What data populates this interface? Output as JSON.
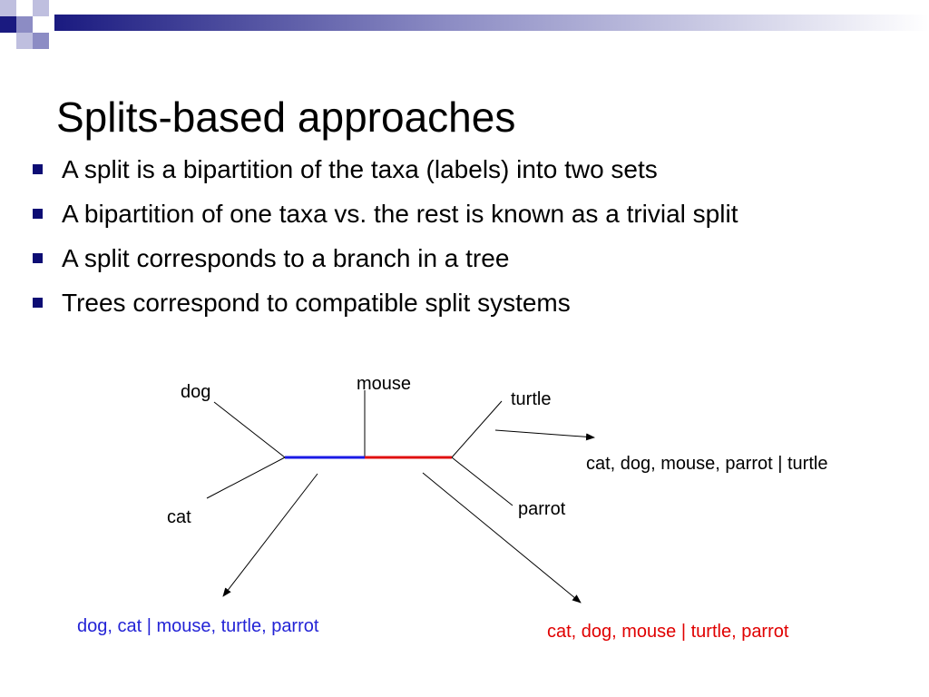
{
  "slide": {
    "title": "Splits-based approaches",
    "bullets": [
      "A split is a bipartition of the taxa (labels) into two sets",
      "A bipartition of one taxa vs. the rest is known as a trivial split",
      "A split corresponds to a branch in a tree",
      "Trees correspond to compatible split systems"
    ]
  },
  "diagram": {
    "taxa": {
      "dog": "dog",
      "cat": "cat",
      "mouse": "mouse",
      "turtle": "turtle",
      "parrot": "parrot"
    },
    "splits": {
      "trivial_turtle": "cat, dog, mouse, parrot |  turtle",
      "blue_branch": "dog, cat  |  mouse, turtle, parrot",
      "red_branch": "cat, dog, mouse  |  turtle, parrot"
    },
    "colors": {
      "blue_branch": "#1a1ae6",
      "red_branch": "#e01010",
      "blue_text": "#2323d6",
      "red_text": "#e00000",
      "theme_navy": "#0d0d74"
    }
  }
}
